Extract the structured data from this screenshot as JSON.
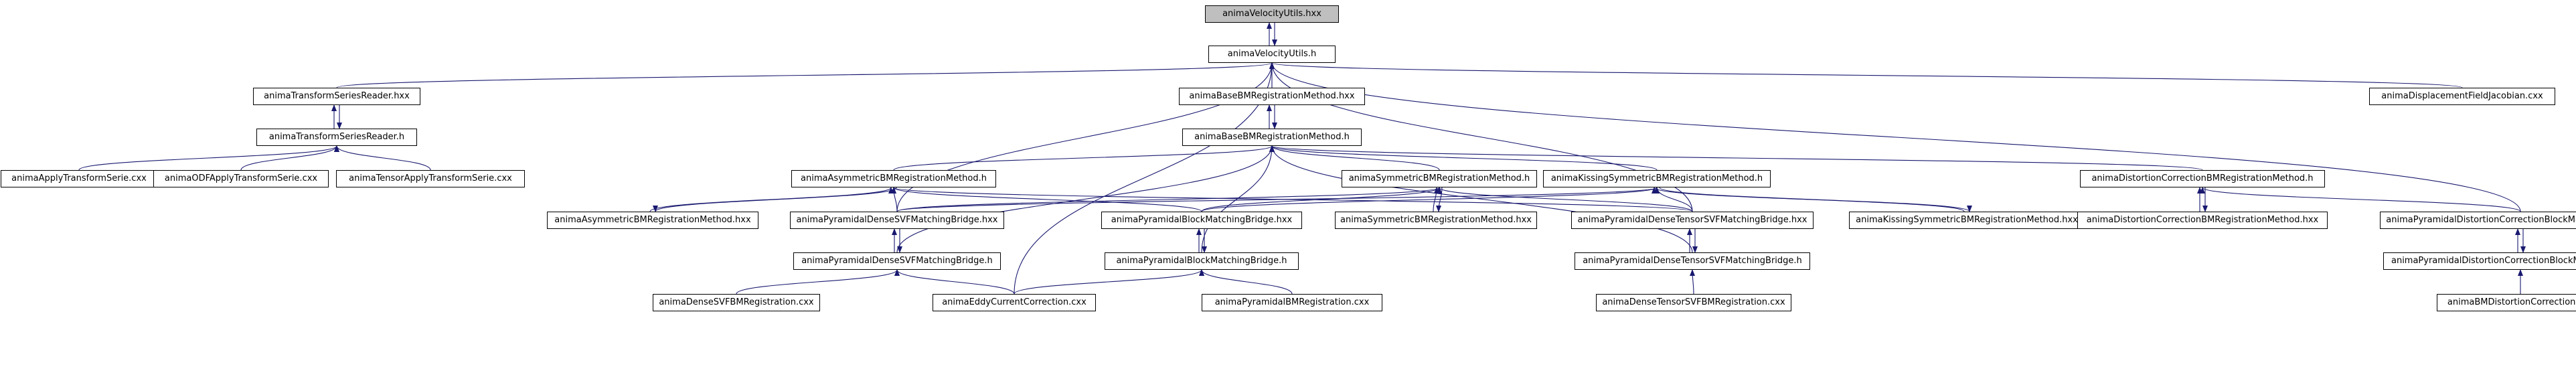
{
  "diagram": {
    "root": "n0",
    "nodes": [
      {
        "id": "n0",
        "label": "animaVelocityUtils.hxx"
      },
      {
        "id": "n1",
        "label": "animaVelocityUtils.h"
      },
      {
        "id": "n2",
        "label": "animaTransformSeriesReader.hxx"
      },
      {
        "id": "n3",
        "label": "animaBaseBMRegistrationMethod.hxx"
      },
      {
        "id": "n4",
        "label": "animaDisplacementFieldJacobian.cxx"
      },
      {
        "id": "n5",
        "label": "animaTransformSeriesReader.h"
      },
      {
        "id": "n6",
        "label": "animaBaseBMRegistrationMethod.h"
      },
      {
        "id": "n7",
        "label": "animaApplyTransformSerie.cxx"
      },
      {
        "id": "n8",
        "label": "animaODFApplyTransformSerie.cxx"
      },
      {
        "id": "n9",
        "label": "animaTensorApplyTransformSerie.cxx"
      },
      {
        "id": "n10",
        "label": "animaAsymmetricBMRegistrationMethod.h"
      },
      {
        "id": "n11",
        "label": "animaSymmetricBMRegistrationMethod.h"
      },
      {
        "id": "n12",
        "label": "animaKissingSymmetricBMRegistrationMethod.h"
      },
      {
        "id": "n13",
        "label": "animaDistortionCorrectionBMRegistrationMethod.h"
      },
      {
        "id": "n14",
        "label": "animaAsymmetricBMRegistrationMethod.hxx"
      },
      {
        "id": "n15",
        "label": "animaPyramidalDenseSVFMatchingBridge.hxx"
      },
      {
        "id": "n16",
        "label": "animaPyramidalBlockMatchingBridge.hxx"
      },
      {
        "id": "n17",
        "label": "animaSymmetricBMRegistrationMethod.hxx"
      },
      {
        "id": "n18",
        "label": "animaPyramidalDenseTensorSVFMatchingBridge.hxx"
      },
      {
        "id": "n19",
        "label": "animaKissingSymmetricBMRegistrationMethod.hxx"
      },
      {
        "id": "n20",
        "label": "animaDistortionCorrectionBMRegistrationMethod.hxx"
      },
      {
        "id": "n21",
        "label": "animaPyramidalDistortionCorrectionBlockMatchingBridge.hxx"
      },
      {
        "id": "n22",
        "label": "animaPyramidalDenseSVFMatchingBridge.h"
      },
      {
        "id": "n23",
        "label": "animaPyramidalBlockMatchingBridge.h"
      },
      {
        "id": "n24",
        "label": "animaPyramidalDenseTensorSVFMatchingBridge.h"
      },
      {
        "id": "n25",
        "label": "animaPyramidalDistortionCorrectionBlockMatchingBridge.h"
      },
      {
        "id": "n26",
        "label": "animaDenseSVFBMRegistration.cxx"
      },
      {
        "id": "n27",
        "label": "animaEddyCurrentCorrection.cxx"
      },
      {
        "id": "n28",
        "label": "animaPyramidalBMRegistration.cxx"
      },
      {
        "id": "n29",
        "label": "animaDenseTensorSVFBMRegistration.cxx"
      },
      {
        "id": "n30",
        "label": "animaBMDistortionCorrection.cxx"
      }
    ],
    "edges": [
      [
        "n1",
        "n0"
      ],
      [
        "n0",
        "n1"
      ],
      [
        "n2",
        "n1"
      ],
      [
        "n3",
        "n1"
      ],
      [
        "n4",
        "n1"
      ],
      [
        "n15",
        "n1"
      ],
      [
        "n18",
        "n1"
      ],
      [
        "n21",
        "n1"
      ],
      [
        "n27",
        "n1"
      ],
      [
        "n5",
        "n2"
      ],
      [
        "n2",
        "n5"
      ],
      [
        "n6",
        "n3"
      ],
      [
        "n3",
        "n6"
      ],
      [
        "n7",
        "n5"
      ],
      [
        "n8",
        "n5"
      ],
      [
        "n9",
        "n5"
      ],
      [
        "n10",
        "n6"
      ],
      [
        "n11",
        "n6"
      ],
      [
        "n12",
        "n6"
      ],
      [
        "n13",
        "n6"
      ],
      [
        "n22",
        "n6"
      ],
      [
        "n23",
        "n6"
      ],
      [
        "n24",
        "n6"
      ],
      [
        "n14",
        "n10"
      ],
      [
        "n10",
        "n14"
      ],
      [
        "n15",
        "n10"
      ],
      [
        "n16",
        "n10"
      ],
      [
        "n18",
        "n10"
      ],
      [
        "n17",
        "n11"
      ],
      [
        "n11",
        "n17"
      ],
      [
        "n15",
        "n11"
      ],
      [
        "n16",
        "n11"
      ],
      [
        "n18",
        "n11"
      ],
      [
        "n19",
        "n12"
      ],
      [
        "n12",
        "n19"
      ],
      [
        "n15",
        "n12"
      ],
      [
        "n16",
        "n12"
      ],
      [
        "n18",
        "n12"
      ],
      [
        "n20",
        "n13"
      ],
      [
        "n13",
        "n20"
      ],
      [
        "n21",
        "n13"
      ],
      [
        "n22",
        "n15"
      ],
      [
        "n15",
        "n22"
      ],
      [
        "n23",
        "n16"
      ],
      [
        "n16",
        "n23"
      ],
      [
        "n24",
        "n18"
      ],
      [
        "n18",
        "n24"
      ],
      [
        "n25",
        "n21"
      ],
      [
        "n21",
        "n25"
      ],
      [
        "n26",
        "n22"
      ],
      [
        "n27",
        "n22"
      ],
      [
        "n27",
        "n23"
      ],
      [
        "n28",
        "n23"
      ],
      [
        "n29",
        "n24"
      ],
      [
        "n30",
        "n25"
      ]
    ]
  },
  "colors": {
    "edge": "#191970",
    "node_border": "#000000",
    "node_fill": "#ffffff",
    "root_fill": "#bfbfbf",
    "text": "#000000"
  }
}
